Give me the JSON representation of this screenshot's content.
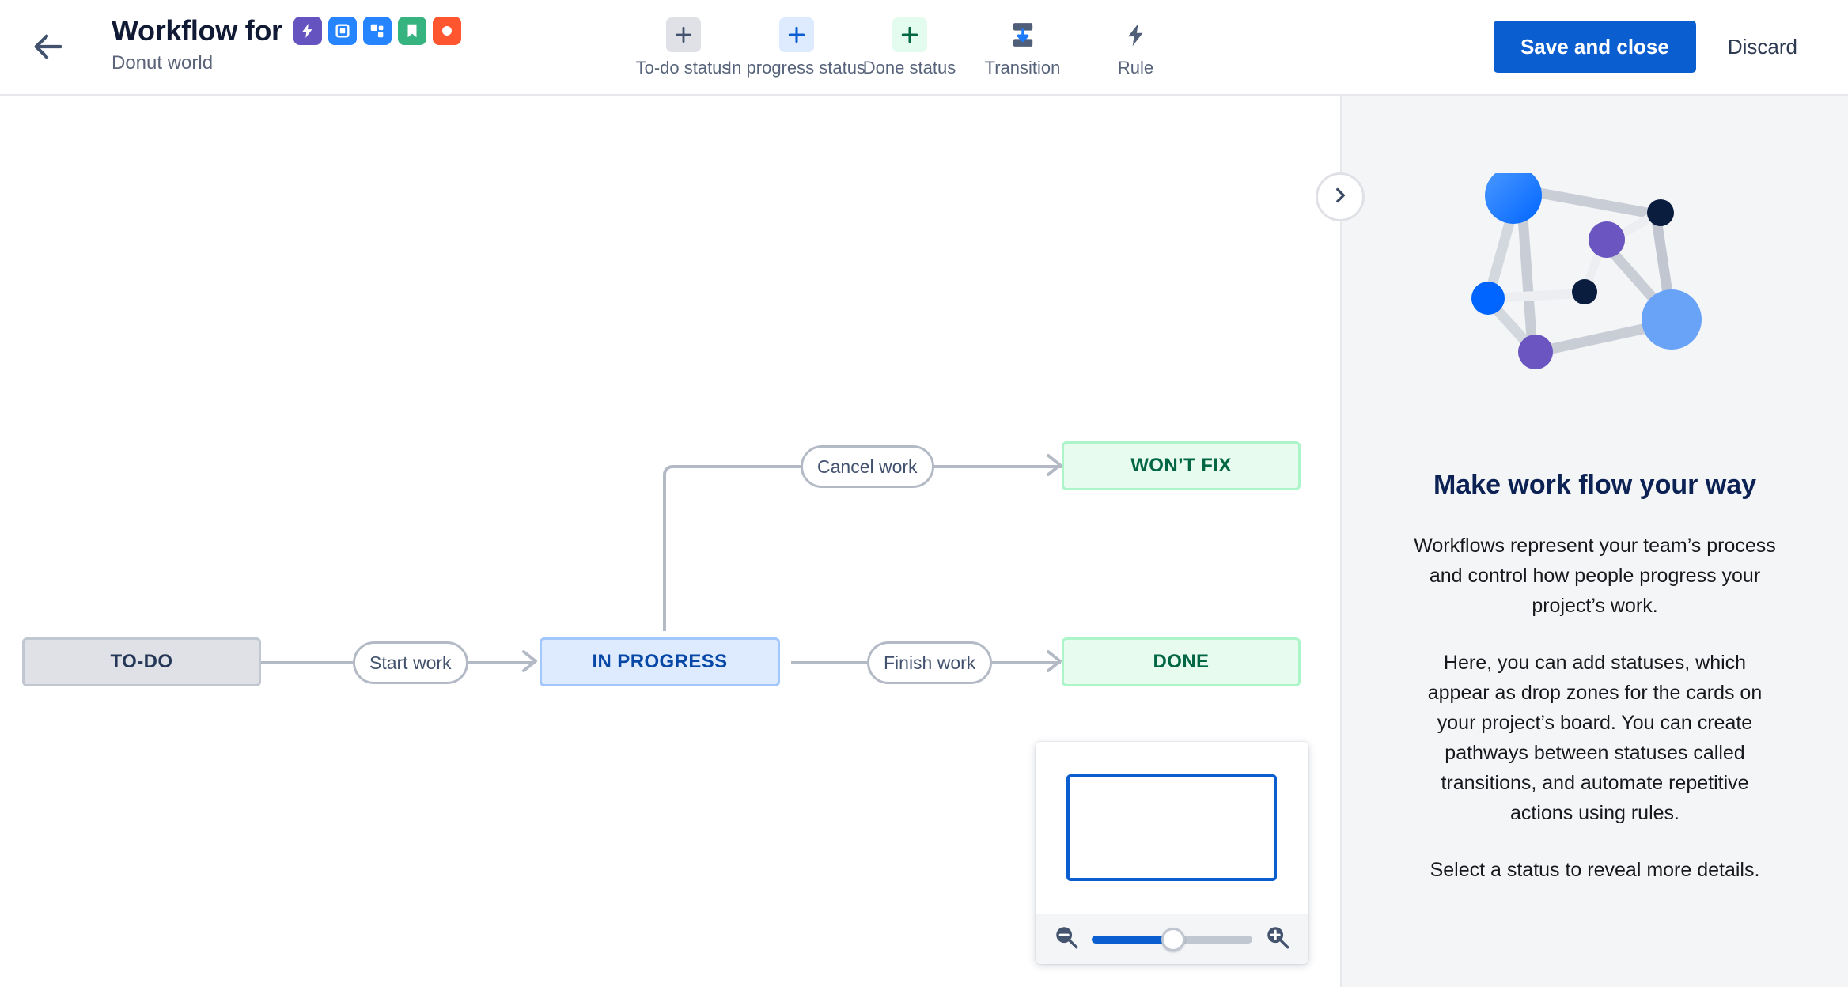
{
  "header": {
    "back_icon": "arrow-left-icon",
    "title": "Workflow for",
    "subtitle": "Donut world",
    "app_icons": [
      {
        "name": "automation-bolt-icon",
        "color": "#6554C0"
      },
      {
        "name": "board-square-icon",
        "color": "#2684FF"
      },
      {
        "name": "subtask-nodes-icon",
        "color": "#2684FF"
      },
      {
        "name": "bookmark-icon",
        "color": "#36B37E"
      },
      {
        "name": "circle-record-icon",
        "color": "#FF5630"
      }
    ],
    "tools": [
      {
        "label": "To-do status",
        "icon": "plus-icon",
        "bg": "#DFE1E6",
        "fg": "#42526E"
      },
      {
        "label": "In progress status",
        "icon": "plus-icon",
        "bg": "#DEEBFF",
        "fg": "#0B5ED0"
      },
      {
        "label": "Done status",
        "icon": "plus-icon",
        "bg": "#E3FCEF",
        "fg": "#006644"
      },
      {
        "label": "Transition",
        "icon": "transition-icon",
        "bg": "transparent",
        "fg": "#505F79"
      },
      {
        "label": "Rule",
        "icon": "lightning-bolt-icon",
        "bg": "transparent",
        "fg": "#505F79"
      }
    ],
    "save_label": "Save and close",
    "discard_label": "Discard",
    "primary_color": "#0B5ED0"
  },
  "canvas": {
    "collapse_icon": "chevron-right-icon",
    "nodes": [
      {
        "id": "todo",
        "label": "TO-DO",
        "type": "todo"
      },
      {
        "id": "inprogress",
        "label": "IN PROGRESS",
        "type": "in-progress"
      },
      {
        "id": "wontfix",
        "label": "WON’T FIX",
        "type": "done"
      },
      {
        "id": "done",
        "label": "DONE",
        "type": "done"
      }
    ],
    "transitions": [
      {
        "id": "start-work",
        "label": "Start work",
        "from": "todo",
        "to": "inprogress"
      },
      {
        "id": "cancel-work",
        "label": "Cancel work",
        "from": "inprogress",
        "to": "wontfix"
      },
      {
        "id": "finish-work",
        "label": "Finish work",
        "from": "inprogress",
        "to": "done"
      }
    ]
  },
  "minimap": {
    "zoom_out_icon": "zoom-out-icon",
    "zoom_in_icon": "zoom-in-icon",
    "slider_name": "zoom-slider"
  },
  "panel": {
    "illustration": "workflow-network-illustration",
    "title": "Make work flow your way",
    "paragraphs": [
      "Workflows represent your team’s process and control how people progress your project’s work.",
      "Here, you can add statuses, which appear as drop zones for the cards on your project’s board. You can create pathways between statuses called transitions, and automate repetitive actions using rules.",
      "Select a status to reveal more details."
    ]
  }
}
